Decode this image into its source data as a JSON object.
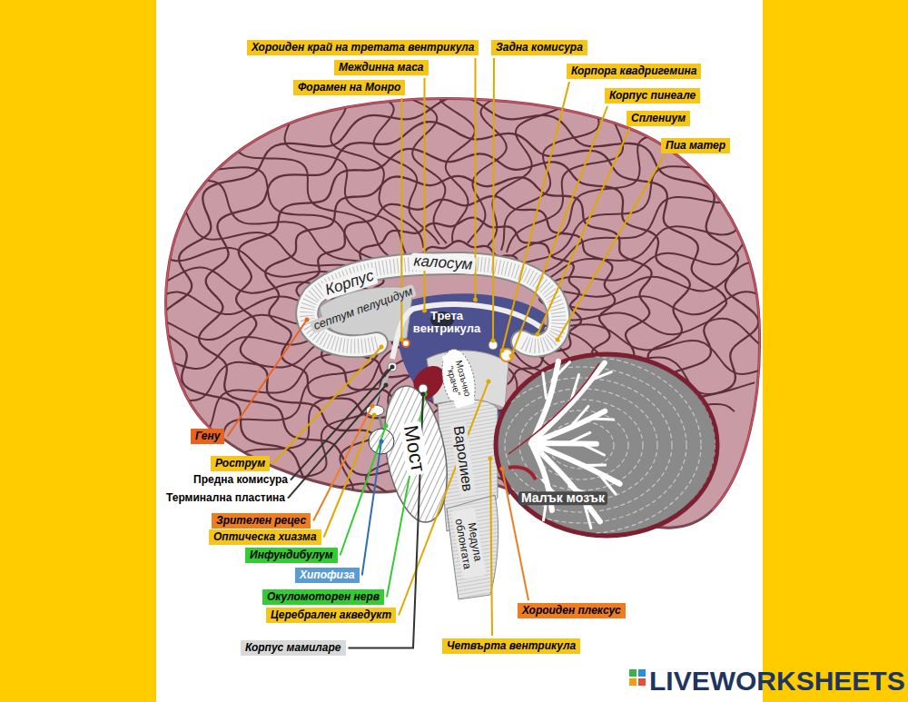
{
  "diagram": {
    "nodes": [
      {
        "text": [
          "Хороиден край на третата вентрикула"
        ]
      },
      {
        "text": [
          "Междинна маса"
        ]
      },
      {
        "text": [
          "Форамен на Монро"
        ]
      },
      {
        "text": [
          "Задна комисура"
        ]
      },
      {
        "text": [
          "Корпора квадригемина"
        ]
      },
      {
        "text": [
          "Корпус пинеале"
        ]
      },
      {
        "text": [
          "Сплениум"
        ]
      },
      {
        "text": [
          "Пиа матер"
        ]
      },
      {
        "text": [
          "Гену"
        ]
      },
      {
        "text": [
          "Рострум"
        ]
      },
      {
        "text": [
          "Зрителен рецес"
        ]
      },
      {
        "text": [
          "Оптическа хиазма"
        ]
      },
      {
        "text": [
          "Инфундибулум"
        ]
      },
      {
        "text": [
          "Хипофиза"
        ]
      },
      {
        "text": [
          "Окуломоторен нерв"
        ]
      },
      {
        "text": [
          "Церебрален акведукт"
        ]
      },
      {
        "text": [
          "Корпус мамиларе"
        ]
      },
      {
        "text": [
          "Четвърта вентрикула"
        ]
      },
      {
        "text": [
          "Хороиден плексус"
        ]
      }
    ],
    "labels": [
      "Корпус",
      "калосум",
      "септум пелуцидум",
      "Трета вентрикула",
      "Мозъчно \"краче\"",
      "Мост",
      "Варолиев",
      "Малък мозък",
      "Предна комисура",
      "Терминална пластина",
      "Медула облонгата",
      "LIVEWORKSHEETS"
    ]
  }
}
